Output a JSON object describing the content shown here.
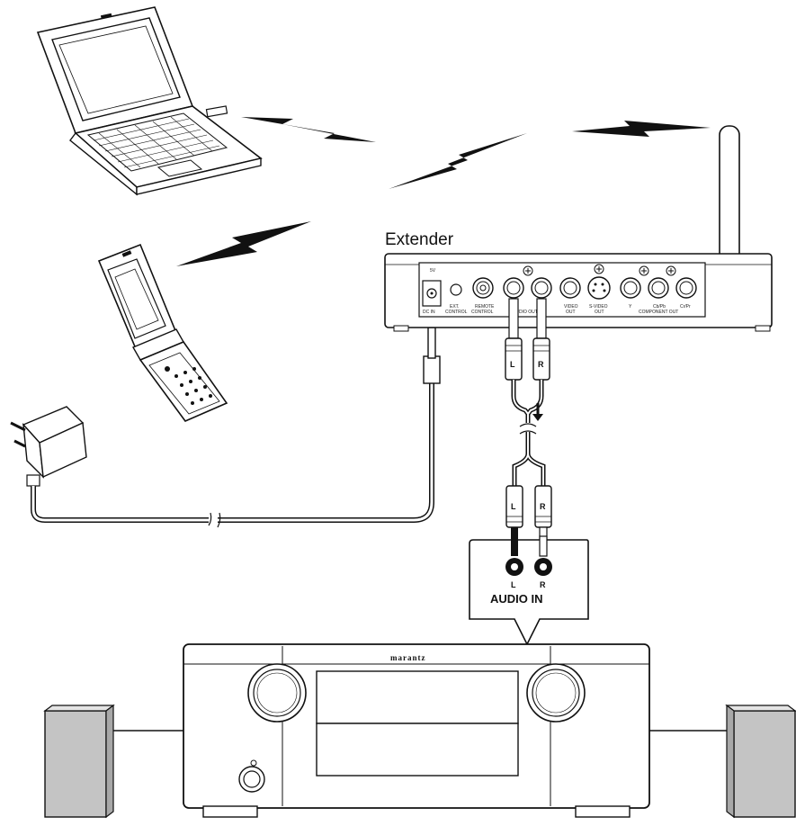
{
  "extender": {
    "title": "Extender",
    "power_label": "5V",
    "power_sublabel": "DC IN",
    "ext_control_label": "EXT.",
    "ext_control_label2": "CONTROL",
    "remote_control_label": "REMOTE",
    "remote_control_label2": "CONTROL",
    "audio_out_label": "AUDIO OUT",
    "video_out_label": "VIDEO",
    "video_out_label2": "OUT",
    "svideo_out_label": "S-VIDEO",
    "svideo_out_label2": "OUT",
    "y_label": "Y",
    "cbpb_label": "Cb/Pb",
    "crpr_label": "Cr/Pr",
    "component_out_label": "COMPONENT OUT"
  },
  "receiver": {
    "brand": "marantz",
    "audio_in_label": "AUDIO IN",
    "left_jack_label": "L",
    "right_jack_label": "R"
  },
  "cables": {
    "left_plug_label": "L",
    "right_plug_label": "R"
  }
}
